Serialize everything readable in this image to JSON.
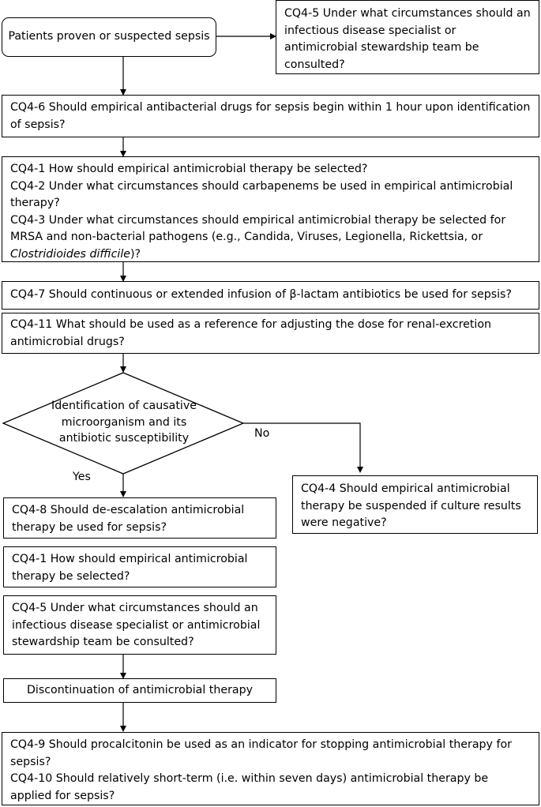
{
  "start": "Patients proven or suspected sepsis",
  "cq4_5_top": "CQ4-5  Under what circumstances should an infectious disease specialist or antimicrobial stewardship team be consulted?",
  "cq4_6": "CQ4-6  Should empirical antibacterial drugs for sepsis begin within 1 hour upon identification of sepsis?",
  "cq4_1": "CQ4-1  How should empirical antimicrobial therapy be selected?",
  "cq4_2": "CQ4-2  Under what circumstances should carbapenems be used in empirical antimicrobial therapy?",
  "cq4_3_start": "CQ4-3  Under what circumstances should empirical antimicrobial therapy be selected for MRSA and non-bacterial pathogens (e.g., Candida, Viruses, Legionella, Rickettsia, or ",
  "cq4_3_italic": "Clostridioides difficile",
  "cq4_3_end": ")?",
  "cq4_7": "CQ4-7 Should continuous or extended infusion of β-lactam antibiotics be used for sepsis?",
  "cq4_11": "CQ4-11  What should be used as a reference for adjusting the dose for renal-excretion antimicrobial drugs?",
  "decision": "Identification of causative microorganism and its antibiotic susceptibility",
  "no_label": "No",
  "yes_label": "Yes",
  "cq4_4": "CQ4-4  Should empirical antimicrobial therapy be suspended if culture results were negative?",
  "cq4_8": "CQ4-8 Should de-escalation antimicrobial therapy be used for sepsis?",
  "cq4_1_b": "CQ4-1  How should empirical antimicrobial therapy be selected?",
  "cq4_5_b": "CQ4-5  Under what circumstances should an infectious disease specialist or antimicrobial stewardship team be consulted?",
  "discontinuation": "Discontinuation of antimicrobial therapy",
  "cq4_9": "CQ4-9  Should procalcitonin be used as an indicator for stopping antimicrobial therapy for sepsis?",
  "cq4_10": "CQ4-10  Should relatively short-term (i.e. within seven days) antimicrobial therapy be applied for sepsis?"
}
